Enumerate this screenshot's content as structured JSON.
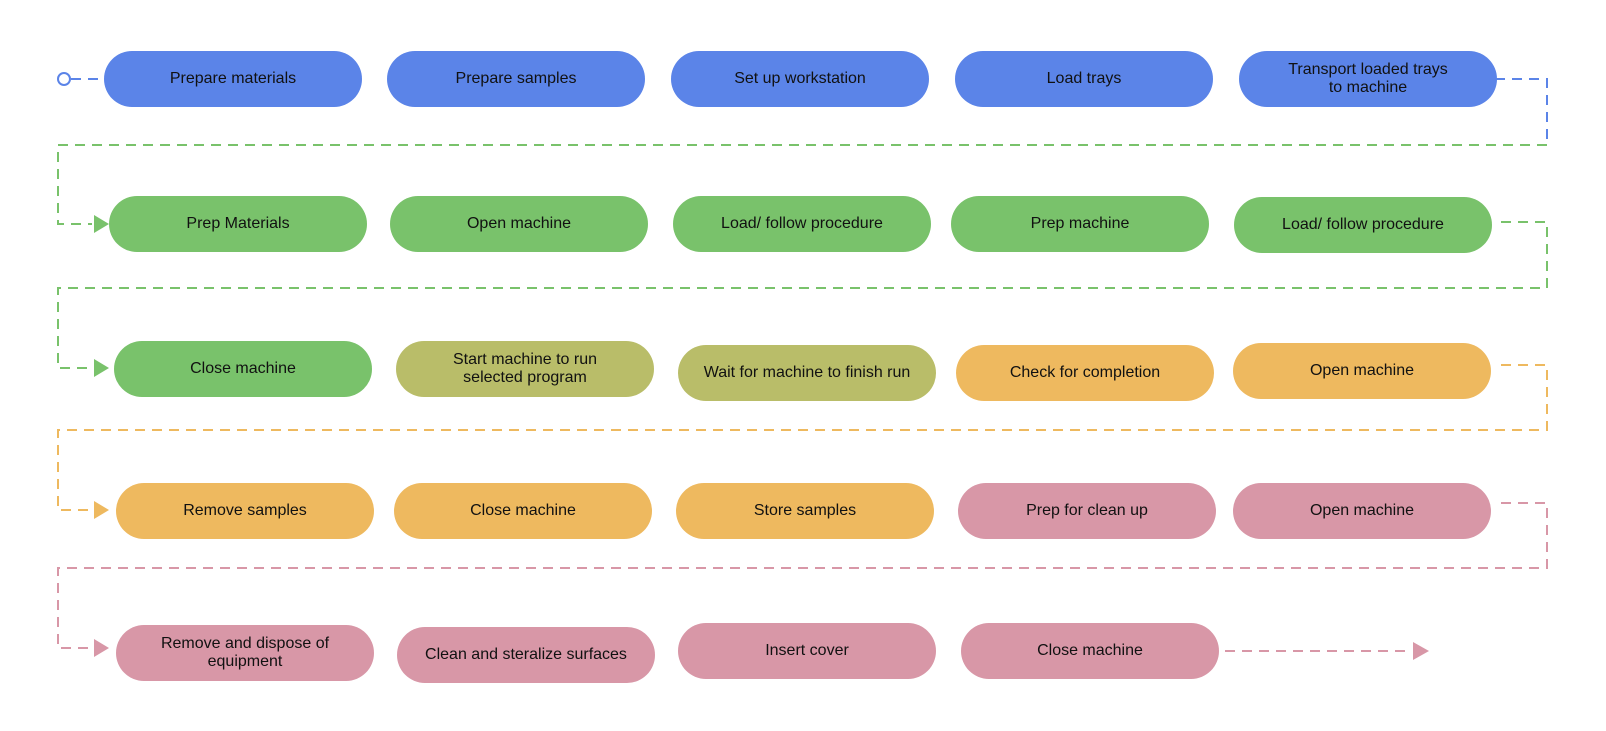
{
  "colors": {
    "planning": "#5b84e8",
    "setup": "#79c26b",
    "run": "#b9bd69",
    "unload": "#eeb95f",
    "cleanup": "#d897a7"
  },
  "rows": [
    {
      "steps": [
        {
          "label": "Prepare materials",
          "stage": "planning"
        },
        {
          "label": "Prepare samples",
          "stage": "planning"
        },
        {
          "label": "Set up workstation",
          "stage": "planning"
        },
        {
          "label": "Load trays",
          "stage": "planning"
        },
        {
          "label": "Transport loaded trays\nto machine",
          "stage": "planning"
        }
      ]
    },
    {
      "steps": [
        {
          "label": "Prep Materials",
          "stage": "setup"
        },
        {
          "label": "Open machine",
          "stage": "setup"
        },
        {
          "label": "Load/ follow procedure",
          "stage": "setup"
        },
        {
          "label": "Prep machine",
          "stage": "setup"
        },
        {
          "label": "Load/ follow procedure",
          "stage": "setup"
        }
      ]
    },
    {
      "steps": [
        {
          "label": "Close machine",
          "stage": "setup"
        },
        {
          "label": "Start machine to run\nselected program",
          "stage": "run"
        },
        {
          "label": "Wait for machine to finish run",
          "stage": "run"
        },
        {
          "label": "Check for completion",
          "stage": "unload"
        },
        {
          "label": "Open machine",
          "stage": "unload"
        }
      ]
    },
    {
      "steps": [
        {
          "label": "Remove samples",
          "stage": "unload"
        },
        {
          "label": "Close machine",
          "stage": "unload"
        },
        {
          "label": "Store samples",
          "stage": "unload"
        },
        {
          "label": "Prep for clean up",
          "stage": "cleanup"
        },
        {
          "label": "Open machine",
          "stage": "cleanup"
        }
      ]
    },
    {
      "steps": [
        {
          "label": "Remove and dispose of\nequipment",
          "stage": "cleanup"
        },
        {
          "label": "Clean and steralize surfaces",
          "stage": "cleanup"
        },
        {
          "label": "Insert cover",
          "stage": "cleanup"
        },
        {
          "label": "Close machine",
          "stage": "cleanup"
        }
      ]
    }
  ]
}
